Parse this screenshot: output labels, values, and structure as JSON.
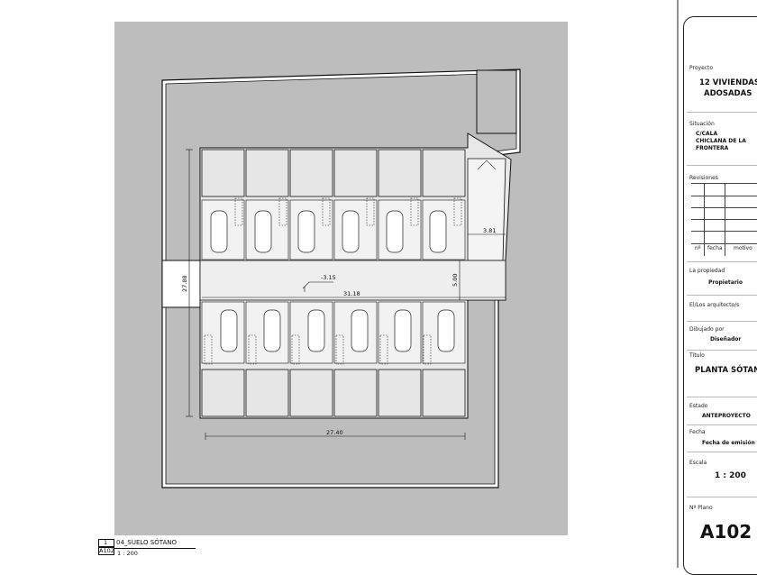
{
  "drawing": {
    "level_label": "-3.15",
    "dims": {
      "width_bottom": "27.40",
      "width_mid": "31.18",
      "height_left": "27.88",
      "aisle": "5.00",
      "ramp": "3.81"
    }
  },
  "view_tag": {
    "number": "1",
    "sheet": "A102",
    "title": "04_SUELO SÓTANO",
    "scale": "1 : 200"
  },
  "title_block": {
    "proyecto_label": "Proyecto",
    "proyecto_line1": "12 VIVIENDAS",
    "proyecto_line2": "ADOSADAS",
    "situacion_label": "Situación",
    "situacion_line1": "C/CALA",
    "situacion_line2": "CHICLANA DE LA",
    "situacion_line3": "FRONTERA",
    "revisiones_label": "Revisiones",
    "rev_col_n": "nº",
    "rev_col_fecha": "fecha",
    "rev_col_motivo": "motivo",
    "propiedad_label": "La propiedad",
    "propiedad_value": "Propietario",
    "arquitecto_label": "El/Los arquitecto/s",
    "dibujado_label": "Dibujado por",
    "dibujado_value": "Diseñador",
    "titulo_label": "Título",
    "titulo_value": "PLANTA SÓTANO",
    "estado_label": "Estado",
    "estado_value": "ANTEPROYECTO",
    "fecha_label": "Fecha",
    "fecha_value": "Fecha de emisión",
    "escala_label": "Escala",
    "escala_value": "1 : 200",
    "plano_label": "Nº Plano",
    "plano_value": "A102"
  }
}
